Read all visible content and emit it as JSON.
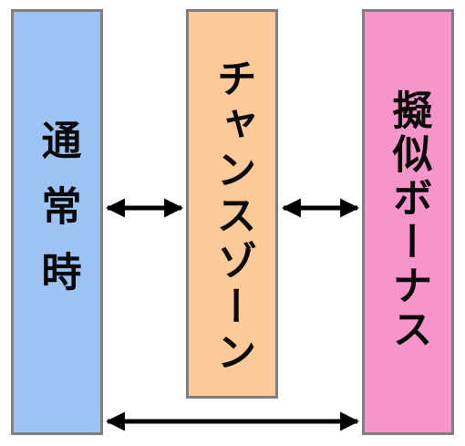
{
  "boxes": {
    "normal": {
      "label": "通常時",
      "color": "#9dc3f5"
    },
    "chance": {
      "label": "チャンスゾーン",
      "color": "#fcca99"
    },
    "pseudo": {
      "label": "擬似ボーナス",
      "color": "#f795cb"
    }
  },
  "border_color": "#7f7f7f",
  "arrow_color": "#000000"
}
